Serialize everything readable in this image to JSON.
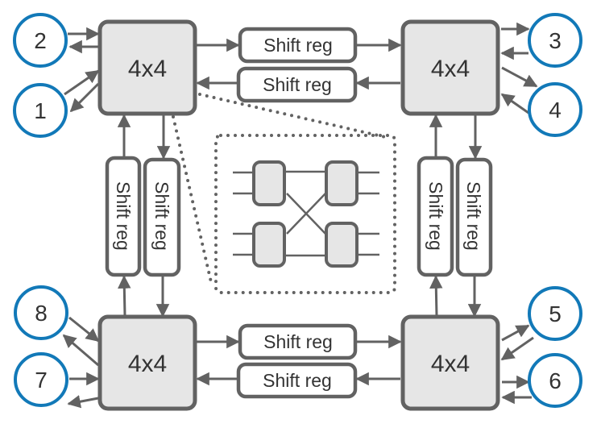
{
  "diagram": {
    "title": "",
    "crossbar_label": "4x4",
    "shift_register_label": "Shift reg",
    "blocks": [
      {
        "id": "top-left",
        "label": "4x4"
      },
      {
        "id": "top-right",
        "label": "4x4"
      },
      {
        "id": "bottom-left",
        "label": "4x4"
      },
      {
        "id": "bottom-right",
        "label": "4x4"
      }
    ],
    "shift_registers": [
      {
        "id": "top-upper",
        "label": "Shift reg",
        "direction": "left-to-right"
      },
      {
        "id": "top-lower",
        "label": "Shift reg",
        "direction": "right-to-left"
      },
      {
        "id": "bottom-upper",
        "label": "Shift reg",
        "direction": "left-to-right"
      },
      {
        "id": "bottom-lower",
        "label": "Shift reg",
        "direction": "right-to-left"
      },
      {
        "id": "left-outer",
        "label": "Shift reg",
        "direction": "bottom-to-top"
      },
      {
        "id": "left-inner",
        "label": "Shift reg",
        "direction": "top-to-bottom"
      },
      {
        "id": "right-outer",
        "label": "Shift reg",
        "direction": "bottom-to-top"
      },
      {
        "id": "right-inner",
        "label": "Shift reg",
        "direction": "top-to-bottom"
      }
    ],
    "ports": [
      {
        "label": "1",
        "block": "top-left"
      },
      {
        "label": "2",
        "block": "top-left"
      },
      {
        "label": "3",
        "block": "top-right"
      },
      {
        "label": "4",
        "block": "top-right"
      },
      {
        "label": "5",
        "block": "bottom-right"
      },
      {
        "label": "6",
        "block": "bottom-right"
      },
      {
        "label": "7",
        "block": "bottom-left"
      },
      {
        "label": "8",
        "block": "bottom-left"
      }
    ],
    "inset": {
      "description": "2x2 switch network detail of 4x4 block",
      "switches": 4
    },
    "colors": {
      "port_stroke": "#1279b8",
      "block_fill": "#e6e6e6",
      "stroke": "#626262",
      "text": "#333333"
    }
  }
}
